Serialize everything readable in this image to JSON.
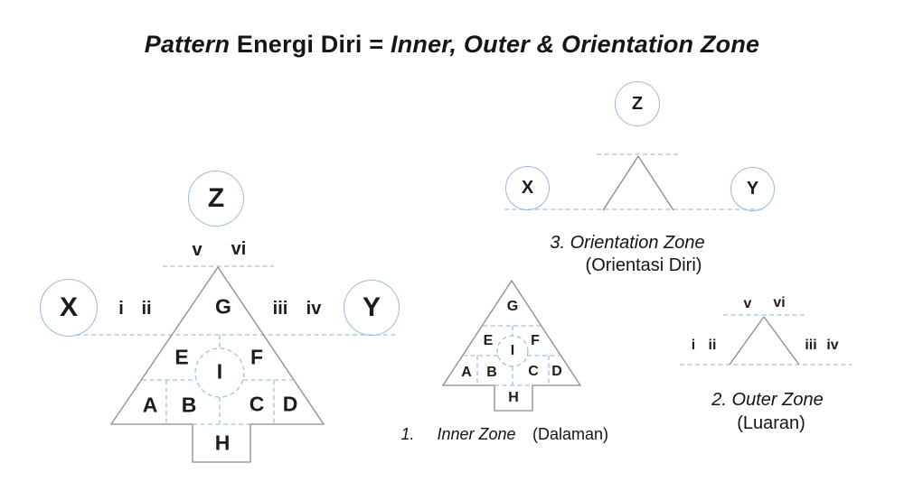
{
  "title": {
    "part1": "Pattern",
    "part2": " Energi Diri = ",
    "part3": "Inner, Outer & Orientation Zone"
  },
  "colors": {
    "dashed_blue": "#9dc3e6",
    "circle_blue": "#9bb8de",
    "outline_gray": "#8a8a8a",
    "text": "#1c1c1c",
    "background": "#ffffff"
  },
  "main_diagram": {
    "nodes": {
      "x": "X",
      "y": "Y",
      "z": "Z"
    },
    "outer_labels": {
      "i": "i",
      "ii": "ii",
      "iii": "iii",
      "iv": "iv",
      "v": "v",
      "vi": "vi"
    },
    "inner_labels": {
      "a": "A",
      "b": "B",
      "c": "C",
      "d": "D",
      "e": "E",
      "f": "F",
      "g": "G",
      "h": "H",
      "i": "I"
    }
  },
  "inner_zone_diagram": {
    "labels": {
      "a": "A",
      "b": "B",
      "c": "C",
      "d": "D",
      "e": "E",
      "f": "F",
      "g": "G",
      "h": "H",
      "i": "I"
    },
    "caption_number": "1.",
    "caption_title": "Inner Zone",
    "caption_subtitle": "(Dalaman)"
  },
  "outer_zone_diagram": {
    "labels": {
      "i": "i",
      "ii": "ii",
      "iii": "iii",
      "iv": "iv",
      "v": "v",
      "vi": "vi"
    },
    "caption_title": "2. Outer Zone",
    "caption_subtitle": "(Luaran)"
  },
  "orientation_zone_diagram": {
    "nodes": {
      "x": "X",
      "y": "Y",
      "z": "Z"
    },
    "caption_title": "3. Orientation Zone",
    "caption_subtitle": "(Orientasi Diri)"
  }
}
